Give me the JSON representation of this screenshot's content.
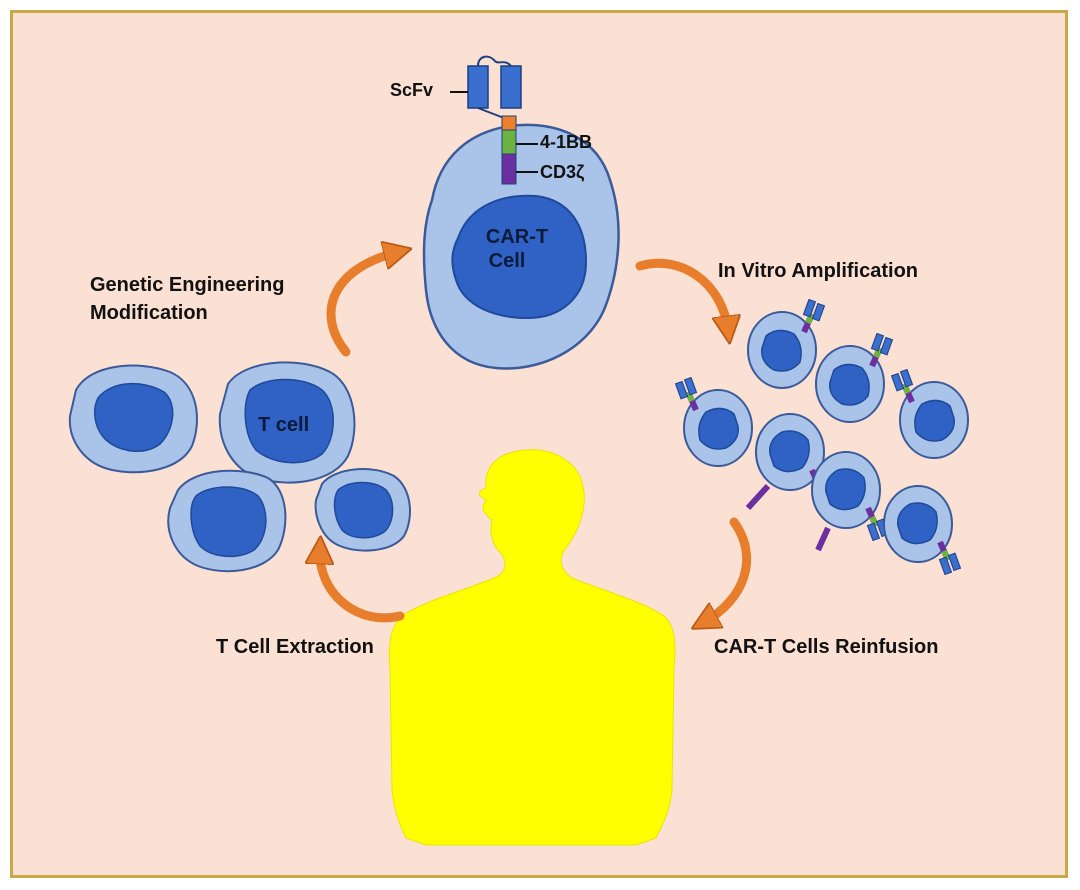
{
  "labels": {
    "scfv": "ScFv",
    "costim": "4-1BB",
    "cd3": "CD3ζ",
    "cart_line1": "CAR-T",
    "cart_line2": "Cell",
    "tcell": "T cell",
    "genetic_line1": "Genetic Engineering",
    "genetic_line2": "Modification",
    "amplification": "In Vitro Amplification",
    "extraction": "T Cell Extraction",
    "reinfusion": "CAR-T Cells Reinfusion"
  },
  "colors": {
    "background": "#fbe1d4",
    "border": "#c9a845",
    "cell_outer": "#a9c4e8",
    "cell_nucleus": "#2f62c4",
    "cell_stroke": "#3a5a9a",
    "arrow": "#e87d2c",
    "human": "#ffff00",
    "scfv": "#3a6fd0",
    "hinge": "#f07f2a",
    "costim": "#6db33f",
    "cd3": "#6b2fa0"
  }
}
